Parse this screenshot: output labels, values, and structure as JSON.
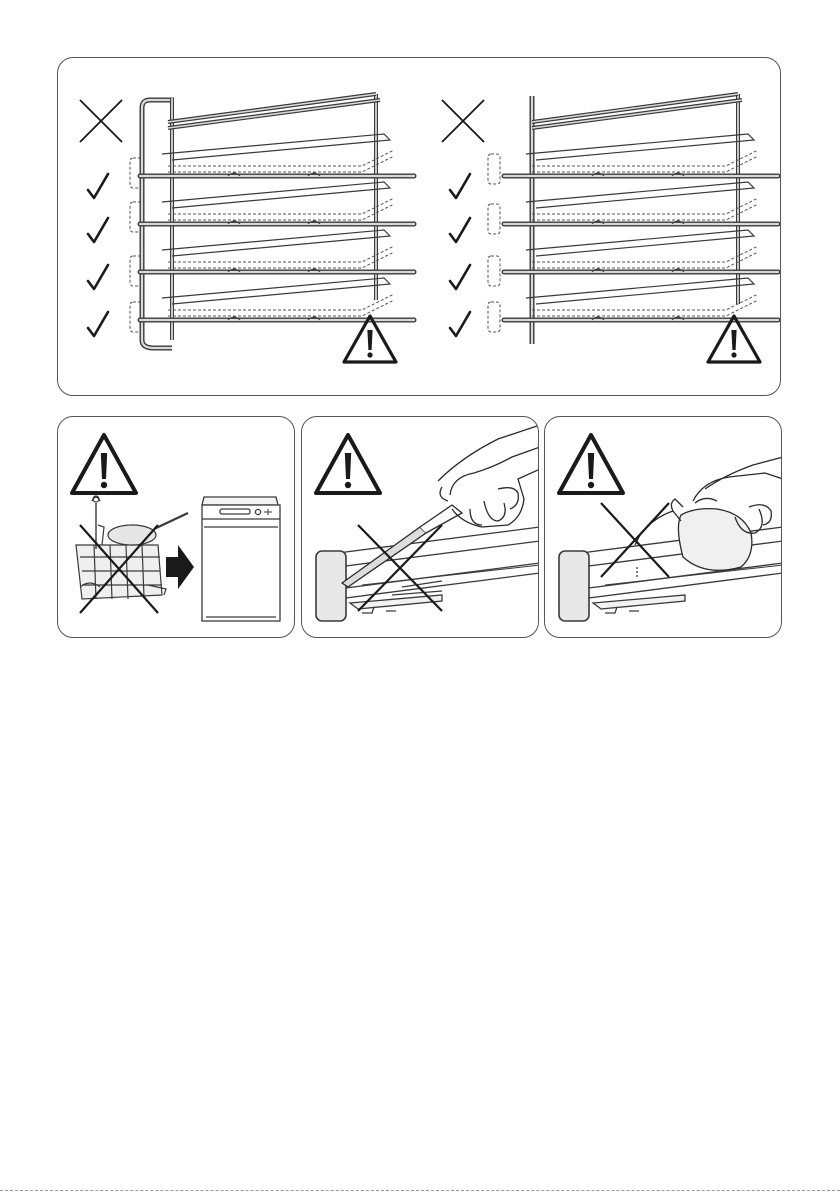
{
  "document": {
    "icons": {
      "wrong_mark": "x-mark-icon",
      "correct_mark": "check-mark-icon",
      "warning": "warning-triangle-icon"
    },
    "colors": {
      "line": "#1a1a1a",
      "rail_fill": "#d9d9d9",
      "rail_stroke": "#3a3a3a",
      "panel_border": "#555555",
      "background": "#ffffff"
    },
    "top_panel": {
      "illustrations": [
        {
          "name": "rack-left",
          "rows": [
            "wrong",
            "correct",
            "correct",
            "correct",
            "correct"
          ]
        },
        {
          "name": "rack-right",
          "rows": [
            "wrong",
            "correct",
            "correct",
            "correct",
            "correct"
          ]
        }
      ]
    },
    "bottom_panels": [
      {
        "name": "no-dishwasher",
        "depicts": [
          "dish-rack-icon",
          "arrow-right-icon",
          "dishwasher-icon"
        ]
      },
      {
        "name": "no-sharp-tools",
        "depicts": [
          "hand-knife-icon",
          "telescopic-rail-icon"
        ]
      },
      {
        "name": "no-lubricant",
        "depicts": [
          "hand-oil-bottle-icon",
          "telescopic-rail-icon"
        ]
      }
    ]
  }
}
